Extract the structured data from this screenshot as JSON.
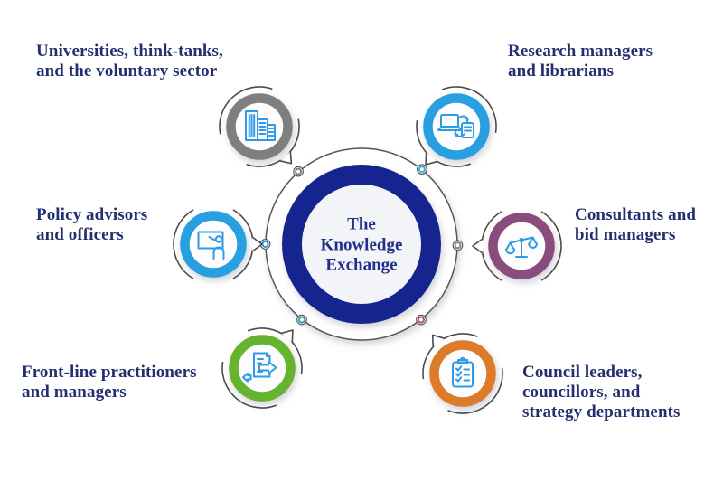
{
  "diagram_title": "The Knowledge Exchange",
  "hub": {
    "title": "The\nKnowledge\nExchange",
    "ring_color": "#16248F",
    "inner_fill": "#F3F4F7",
    "outline_color": "#55565A"
  },
  "palette": {
    "label_text_color": "#232F6E",
    "hub_text_color": "#232F8C",
    "icon_stroke": "#2F9BE8",
    "background": "#FFFFFF"
  },
  "nodes": [
    {
      "id": "universities",
      "label": "Universities, think-tanks,\nand the voluntary sector",
      "color": "#7F7F7F",
      "dot_color": "#7F8084",
      "icon": "buildings-icon"
    },
    {
      "id": "research",
      "label": "Research managers\nand librarians",
      "color": "#289FE0",
      "dot_color": "#3FAEDC",
      "icon": "laptop-document-exchange-icon"
    },
    {
      "id": "policy",
      "label": "Policy advisors\nand officers",
      "color": "#289FE0",
      "dot_color": "#2D9CDB",
      "icon": "presentation-icon"
    },
    {
      "id": "consultants",
      "label": "Consultants and\nbid managers",
      "color": "#8A4C7D",
      "dot_color": "#85868A",
      "icon": "scales-icon"
    },
    {
      "id": "frontline",
      "label": "Front-line practitioners\nand managers",
      "color": "#65B32E",
      "dot_color": "#2AA5A9",
      "icon": "document-arrows-icon"
    },
    {
      "id": "council",
      "label": "Council leaders,\ncouncillors, and\nstrategy departments",
      "color": "#DC7C2A",
      "dot_color": "#B25068",
      "icon": "clipboard-checklist-icon"
    }
  ]
}
